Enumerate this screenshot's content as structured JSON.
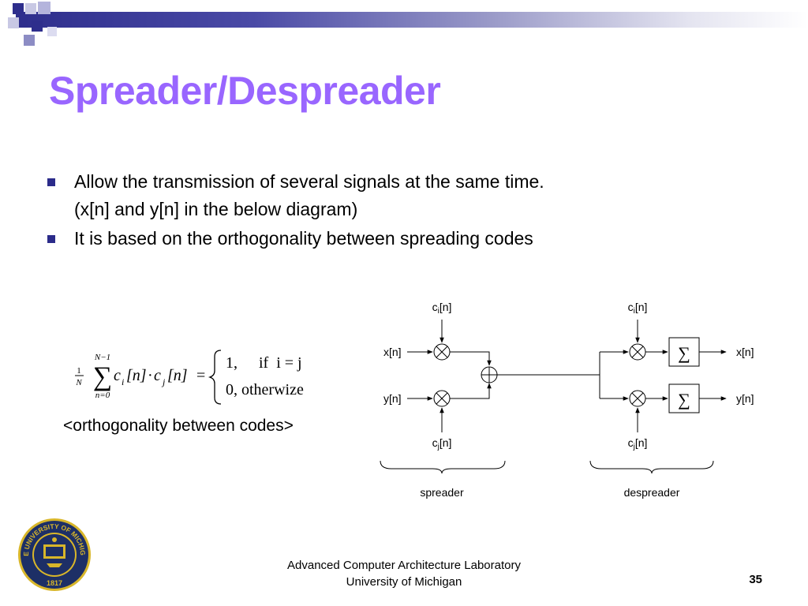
{
  "slide": {
    "title": "Spreader/Despreader",
    "bullets": [
      {
        "line1": "Allow the transmission of several signals at the same time.",
        "line2": "(x[n] and y[n] in the below diagram)"
      },
      {
        "line1": "It is based on the orthogonality between spreading codes"
      }
    ],
    "formula": {
      "caption": "<orthogonality between codes>",
      "frac_num": "1",
      "frac_den": "N",
      "sum_upper": "N−1",
      "sum_lower": "n=0",
      "c": "c",
      "sub_i": "i",
      "sub_j": "j",
      "n_bracket": "[n]",
      "dot": "·",
      "equals": "=",
      "case1_value": "1,",
      "case1_cond": "if  i = j",
      "case2": "0, otherwize"
    },
    "diagram": {
      "code_ci_top_spreader": {
        "base": "c",
        "sub": "i",
        "suffix": "[n]"
      },
      "code_ci_top_despreader": {
        "base": "c",
        "sub": "i",
        "suffix": "[n]"
      },
      "code_cj_bottom_spreader": {
        "base": "c",
        "sub": "j",
        "suffix": "[n]"
      },
      "code_cj_bottom_despreader": {
        "base": "c",
        "sub": "j",
        "suffix": "[n]"
      },
      "input_x": "x[n]",
      "input_y": "y[n]",
      "output_x": "x[n]",
      "output_y": "y[n]",
      "sum_symbol": "∑",
      "spreader_label": "spreader",
      "despreader_label": "despreader"
    },
    "footer": {
      "line1": "Advanced Computer Architecture Laboratory",
      "line2": "University of Michigan",
      "page_number": "35"
    },
    "logo": {
      "ring_text": "THE UNIVERSITY OF MICHIGAN",
      "year": "1817"
    },
    "colors": {
      "title": "#9966ff",
      "header_bar_dark": "#2e2e8c",
      "bullet_square": "#2b2b8a",
      "logo_blue": "#1d2f66",
      "logo_gold": "#d8b62a"
    }
  }
}
